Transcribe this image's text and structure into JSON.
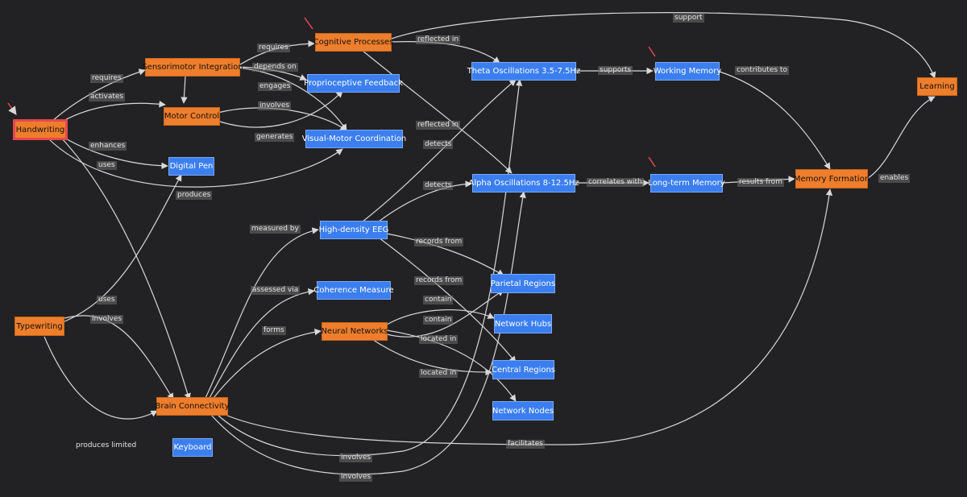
{
  "colors": {
    "background": "#222225",
    "process_node": "#ef7e2c",
    "concept_node": "#3b7ef0",
    "highlight_border": "#e5474f",
    "edge": "#d8d8d8",
    "marker": "#e5474f"
  },
  "nodes": {
    "handwriting": "Handwriting",
    "typewriting": "Typewriting",
    "sensorimotor": "Sensorimotor Integration",
    "motor_control": "Motor Control",
    "cognitive": "Cognitive Processes",
    "proprioceptive": "Proprioceptive Feedback",
    "visual_motor": "Visual-Motor Coordination",
    "digital_pen": "Digital Pen",
    "theta": "Theta Oscillations 3.5-7.5Hz",
    "alpha": "Alpha Oscillations 8-12.5Hz",
    "working_memory": "Working Memory",
    "longterm_memory": "Long-term Memory",
    "memory_formation": "Memory Formation",
    "learning": "Learning",
    "eeg": "High-density EEG",
    "coherence": "Coherence Measure",
    "neural_networks": "Neural Networks",
    "parietal": "Parietal Regions",
    "hubs": "Network Hubs",
    "central": "Central Regions",
    "net_nodes": "Network Nodes",
    "brain_conn": "Brain Connectivity",
    "keyboard": "Keyboard"
  },
  "edge_labels": {
    "requires_1": "requires",
    "activates": "activates",
    "enhances": "enhances",
    "uses_1": "uses",
    "produces": "produces",
    "requires_2": "requires",
    "depends_on": "depends on",
    "engages": "engages",
    "involves_1": "involves",
    "generates": "generates",
    "reflected_in_1": "reflected in",
    "reflected_in_2": "reflected in",
    "support": "support",
    "supports": "supports",
    "contributes_to": "contributes to",
    "correlates_with": "correlates with",
    "results_from": "results from",
    "enables": "enables",
    "detects_1": "detects",
    "detects_2": "detects",
    "measured_by": "measured by",
    "records_from_1": "records from",
    "records_from_2": "records from",
    "assessed_via": "assessed via",
    "forms": "forms",
    "contain_1": "contain",
    "contain_2": "contain",
    "located_in_1": "located in",
    "located_in_2": "located in",
    "uses_2": "uses",
    "involves_2": "involves",
    "facilitates": "facilitates",
    "involves_3": "involves",
    "involves_4": "involves"
  },
  "notes": {
    "produces_limited": "produces limited"
  }
}
